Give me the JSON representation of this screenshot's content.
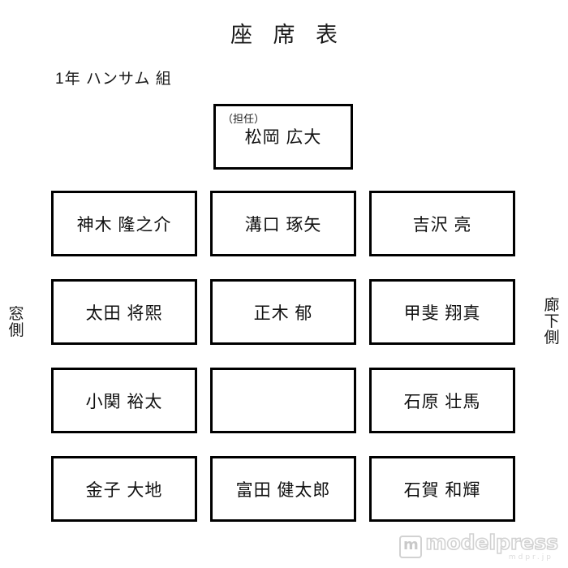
{
  "page": {
    "title": "座 席 表",
    "class_label": "1年 ハンサム 組",
    "background_color": "#ffffff",
    "box_border_color": "#000000",
    "text_color": "#1a1a1a"
  },
  "side_labels": {
    "left": {
      "name": "window-side",
      "chars": [
        "窓",
        "側"
      ],
      "text": "窓側"
    },
    "right": {
      "name": "hallway-side",
      "chars": [
        "廊",
        "下",
        "側"
      ],
      "text": "廊下側"
    }
  },
  "teacher": {
    "role_label": "（担任）",
    "name": "松岡 広大"
  },
  "seats": {
    "columns": 3,
    "rows": 4,
    "grid": [
      [
        {
          "name": "神木 隆之介",
          "empty": false
        },
        {
          "name": "溝口 琢矢",
          "empty": false
        },
        {
          "name": "吉沢 亮",
          "empty": false
        }
      ],
      [
        {
          "name": "太田 将熙",
          "empty": false
        },
        {
          "name": "正木 郁",
          "empty": false
        },
        {
          "name": "甲斐 翔真",
          "empty": false
        }
      ],
      [
        {
          "name": "小関 裕太",
          "empty": false
        },
        {
          "name": "",
          "empty": true
        },
        {
          "name": "石原 壮馬",
          "empty": false
        }
      ],
      [
        {
          "name": "金子 大地",
          "empty": false
        },
        {
          "name": "富田 健太郎",
          "empty": false
        },
        {
          "name": "石賀 和輝",
          "empty": false
        }
      ]
    ]
  },
  "watermark": {
    "badge": "m",
    "text": "modelpress",
    "subtext": "mdpr.jp",
    "color": "#d2d2d2"
  }
}
